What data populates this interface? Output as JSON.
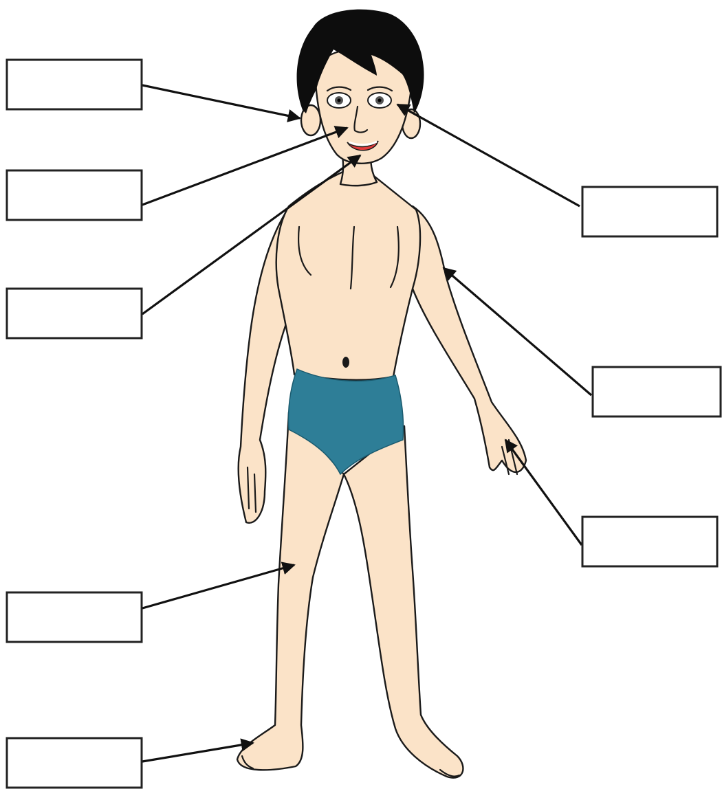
{
  "diagram": {
    "colors": {
      "skin": "#fbe3c8",
      "hair": "#0d0d0d",
      "briefs": "#2e7e97",
      "lips": "#e23b3b",
      "outline": "#1a1a1a",
      "box_border": "#222222"
    },
    "label_boxes": [
      {
        "id": "ear",
        "text": ""
      },
      {
        "id": "nose",
        "text": ""
      },
      {
        "id": "mouth",
        "text": ""
      },
      {
        "id": "eye",
        "text": ""
      },
      {
        "id": "arm",
        "text": ""
      },
      {
        "id": "hand",
        "text": ""
      },
      {
        "id": "leg",
        "text": ""
      },
      {
        "id": "foot",
        "text": ""
      }
    ]
  }
}
